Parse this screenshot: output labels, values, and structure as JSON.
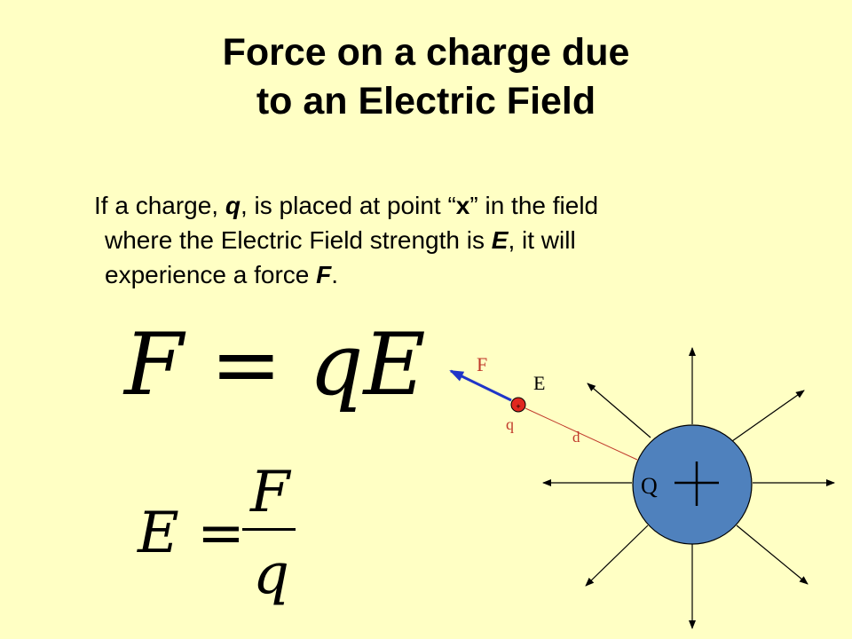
{
  "title": {
    "line1": "Force on a charge due",
    "line2": "to an Electric Field"
  },
  "paragraph": {
    "p1": "If a charge, ",
    "q": "q",
    "p2": ", is placed at point “",
    "x": "x",
    "p3": "” in the field",
    "p4": "where the Electric Field strength is ",
    "E": "E",
    "p5": ", it will",
    "p6": "experience  a force ",
    "F": "F",
    "p7": "."
  },
  "equations": {
    "eq1_lhs": "F",
    "eq1_eq": "=",
    "eq1_rhs": "qE",
    "eq2_lhs": "E =",
    "eq2_num": "F",
    "eq2_den": "q"
  },
  "diagram": {
    "label_F": "F",
    "label_E": "E",
    "label_q": "q",
    "label_d": "d",
    "label_Q": "Q",
    "label_plus": "+",
    "colors": {
      "big_charge": "#4f81bd",
      "small_charge": "#e0281f",
      "force_arrow": "#1f35c8",
      "label_red": "#c0392b",
      "field_lines": "#000000"
    }
  }
}
